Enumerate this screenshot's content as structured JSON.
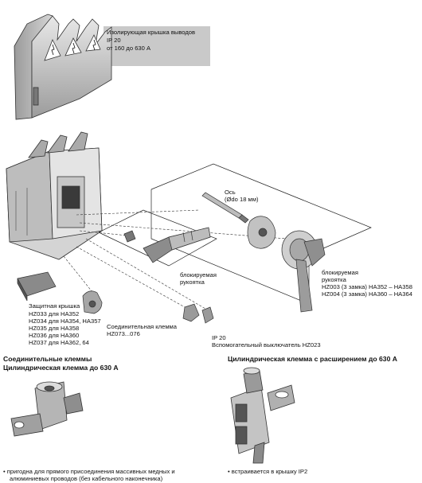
{
  "cover": {
    "line1": "Изолирующая крышка выводов",
    "line2": "IP 20",
    "line3": "от 160 до 630 А"
  },
  "shaft": {
    "line1": "Ось",
    "line2": "(Ødo 18 мм)"
  },
  "lockable_handle_small": {
    "line1": "блокируемая",
    "line2": "рукоятка"
  },
  "lockable_handle_large": {
    "line1": "блокируемая",
    "line2": "рукоятка",
    "line3": "HZ003 (3 замка) HA352 – HA358",
    "line4": "HZ004 (3 замка) HA360 – HA364"
  },
  "protective_cover": {
    "line1": "Защитная крышка",
    "line2": "HZ033 для HA352",
    "line3": "HZ034 для HA354, HA357",
    "line4": "HZ035 для HA358",
    "line5": "HZ036 для HA360",
    "line6": "HZ037 для HA362, 64"
  },
  "terminal": {
    "line1": "Соединительная клемма",
    "line2": "HZ073...076"
  },
  "aux_switch": {
    "line1": "IP 20",
    "line2": "Вспомогательный выключатель HZ023"
  },
  "left_section": {
    "title1": "Соединительные клеммы",
    "title2": "Цилиндрическая клемма до 630 А",
    "bullet1": "пригодна для прямого присоединения массивных медных и",
    "bullet2": "алюминиевых проводов (без кабельного наконечника)"
  },
  "right_section": {
    "title": "Цилиндрическая клемма с расширением до 630 А",
    "bullet": "встраивается в крышку IP2"
  }
}
